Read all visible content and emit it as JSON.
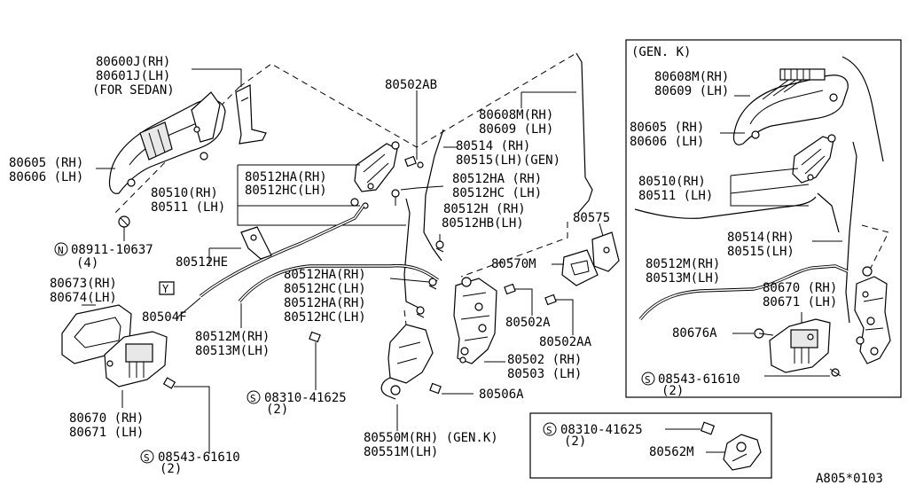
{
  "inset_gen_k": {
    "title": "(GEN. K)",
    "l_80608m": "80608M(RH)",
    "l_80609": "80609  (LH)",
    "l_80605": "80605 (RH)",
    "l_80606": "80606 (LH)",
    "l_80510": "80510(RH)",
    "l_80511": "80511 (LH)",
    "l_80514": "80514(RH)",
    "l_80515": "80515(LH)",
    "l_80512m": "80512M(RH)",
    "l_80513m": "80513M(LH)",
    "l_80670": "80670 (RH)",
    "l_80671": "80671 (LH)",
    "l_80676a": "80676A",
    "screw_num": "08543-61610",
    "screw_qty": "(2)",
    "screw_sym": "S"
  },
  "inset_bottom": {
    "screw_num": "08310-41625",
    "screw_qty": "(2)",
    "screw_sym": "S",
    "l_80562m": "80562M"
  },
  "main": {
    "l_80600j": "80600J(RH)",
    "l_80601j": "80601J(LH)",
    "l_for_sedan": "(FOR SEDAN)",
    "l_80605": "80605 (RH)",
    "l_80606": "80606 (LH)",
    "l_80510": "80510(RH)",
    "l_80511": "80511 (LH)",
    "nut_sym": "N",
    "nut_num": "08911-10637",
    "nut_qty": "(4)",
    "l_80512he": "80512HE",
    "l_80673": "80673(RH)",
    "l_80674": "80674(LH)",
    "y_sym": "Y",
    "l_80504f": "80504F",
    "l_80670": "80670 (RH)",
    "l_80671": "80671 (LH)",
    "screw1_sym": "S",
    "screw1_num": "08543-61610",
    "screw1_qty": "(2)",
    "l_80512m": "80512M(RH)",
    "l_80513m": "80513M(LH)",
    "l_80512ha_a": "80512HA(RH)",
    "l_80512hc_a": "80512HC(LH)",
    "l_80502ab": "80502AB",
    "l_80608m": "80608M(RH)",
    "l_80609": "80609  (LH)",
    "l_80514": "80514 (RH)",
    "l_80515": "80515(LH)(GEN)",
    "l_80512ha_b": "80512HA (RH)",
    "l_80512hc_b": "80512HC (LH)",
    "l_80512h": "80512H  (RH)",
    "l_80512hb": "80512HB(LH)",
    "l_80575": "80575",
    "l_80570m": "80570M",
    "l_80512ha_c": "80512HA(RH)",
    "l_80512hc_c": "80512HC(LH)",
    "l_80512ha_d": "80512HA(RH)",
    "l_80512hc_d": "80512HC(LH)",
    "l_80502a": "80502A",
    "l_80502aa": "80502AA",
    "l_80502": "80502 (RH)",
    "l_80503": "80503 (LH)",
    "screw2_sym": "S",
    "screw2_num": "08310-41625",
    "screw2_qty": "(2)",
    "l_80506a": "80506A",
    "l_80550m": "80550M(RH) (GEN.K)",
    "l_80551m": "80551M(LH)",
    "diagram_code": "A805*0103"
  }
}
